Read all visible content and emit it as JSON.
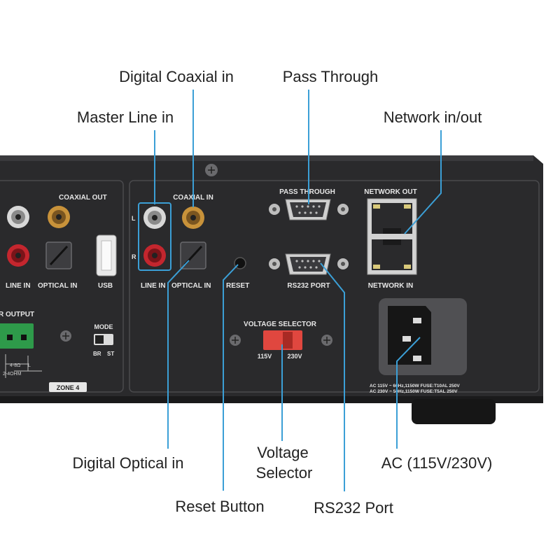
{
  "callouts": {
    "digital_coaxial_in": "Digital Coaxial in",
    "pass_through": "Pass Through",
    "master_line_in": "Master Line in",
    "network_in_out": "Network in/out",
    "digital_optical_in": "Digital Optical in",
    "voltage_selector_line1": "Voltage",
    "voltage_selector_line2": "Selector",
    "ac": "AC (115V/230V)",
    "reset_button": "Reset Button",
    "rs232_port": "RS232 Port"
  },
  "panel": {
    "coaxial_out": "COAXIAL OUT",
    "line_in_left": "LINE IN",
    "optical_in_left": "OPTICAL IN",
    "usb": "USB",
    "speaker_output": "R OUTPUT",
    "mode": "MODE",
    "mode_br": "BR",
    "mode_st": "ST",
    "zone4": "ZONE 4",
    "coaxial_in": "COAXIAL IN",
    "ch_l": "L",
    "ch_r": "R",
    "line_in": "LINE IN",
    "optical_in": "OPTICAL IN",
    "reset": "RESET",
    "pass_through": "PASS THROUGH",
    "rs232_port": "RS232 PORT",
    "network_out": "NETWORK OUT",
    "network_in": "NETWORK IN",
    "voltage_selector": "VOLTAGE SELECTOR",
    "v115": "115V",
    "v230": "230V",
    "ac_spec_1": "AC 115V ~ 60Hz,1150W FUSE:T10AL 250V",
    "ac_spec_2": "AC 230V ~ 50Hz,1150W FUSE:T5AL 250V",
    "imp_1": "4-8Ω",
    "imp_2": "2-4OHM",
    "imp_L": "L"
  },
  "colors": {
    "accent": "#3b9fd6",
    "chassis": "#2b2b2d",
    "panel_text": "#e6e6e6",
    "red_jack": "#c4262e",
    "gold_jack": "#c8923a",
    "green_terminal": "#2e9a4a",
    "voltage_switch": "#e0473f"
  }
}
